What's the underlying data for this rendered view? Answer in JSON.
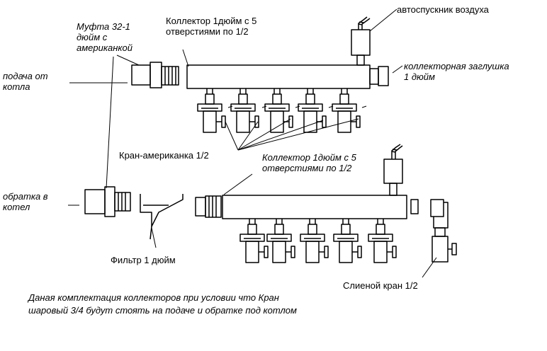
{
  "labels": {
    "coupling": "Муфта 32-1 дюйм с американкой",
    "supply": "подача от котла",
    "return": "обратка в котел",
    "collector_top": "Коллектор 1дюйм с 5 отверстиями по 1/2",
    "collector_bottom": "Коллектор 1дюйм с 5 отверстиями по 1/2",
    "air_vent": "автоспускник воздуха",
    "end_cap": "коллекторная заглушка 1 дюйм",
    "valve": "Кран-американка 1/2",
    "filter": "Фильтр 1 дюйм",
    "drain": "Слиеной кран 1/2",
    "note": "Даная комплектация коллекторов при условии что Кран шаровый 3/4 будут стоять на подаче и обратке под котлом"
  },
  "outlets_per_collector": 5
}
